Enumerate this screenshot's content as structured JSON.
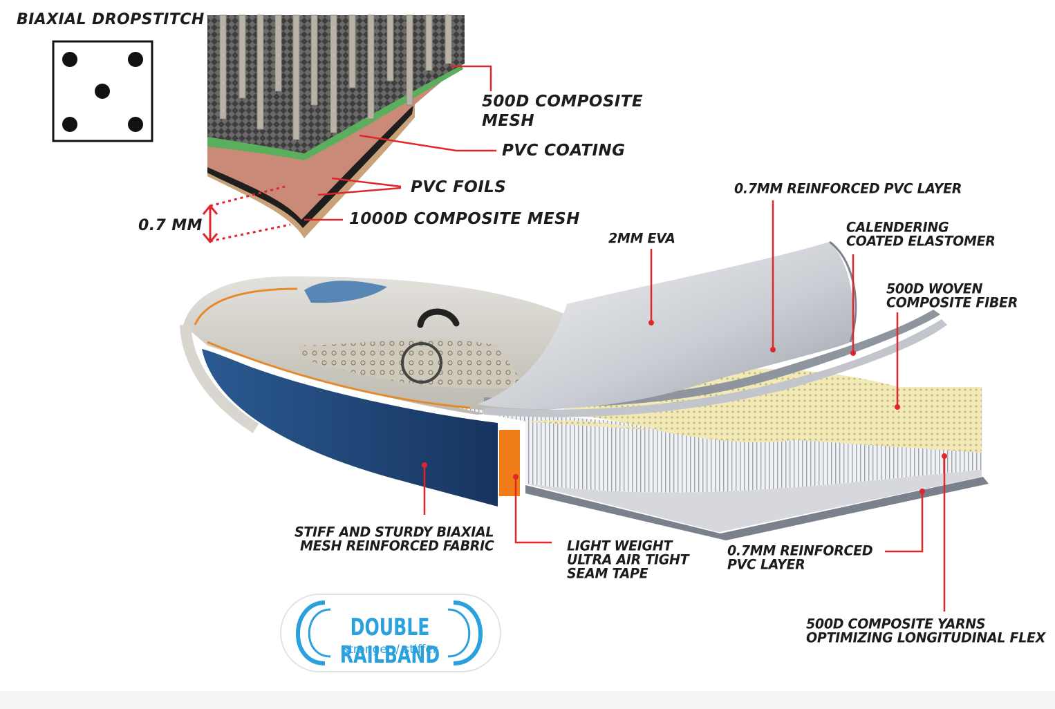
{
  "legend": {
    "title": "BIAXIAL DROPSTITCH"
  },
  "inset_labels": {
    "mesh_500d_line1": "500D COMPOSITE",
    "mesh_500d_line2": "MESH",
    "pvc_coating": "PVC COATING",
    "pvc_foils": "PVC FOILS",
    "mesh_1000d": "1000D COMPOSITE MESH",
    "thickness": "0.7 MM"
  },
  "board_labels": {
    "reinforced_pvc_top": "0.7MM REINFORCED PVC LAYER",
    "eva": "2MM EVA",
    "calendering_line1": "CALENDERING",
    "calendering_line2": "COATED ELASTOMER",
    "woven_line1": "500D WOVEN",
    "woven_line2": "COMPOSITE FIBER",
    "rail_line1": "STIFF AND STURDY BIAXIAL",
    "rail_line2": "MESH REINFORCED FABRIC",
    "seam_line1": "LIGHT WEIGHT",
    "seam_line2": "ULTRA AIR TIGHT",
    "seam_line3": "SEAM TAPE",
    "reinforced_pvc_bottom_line1": "0.7MM REINFORCED",
    "reinforced_pvc_bottom_line2": "PVC LAYER",
    "yarns_line1": "500D COMPOSITE YARNS",
    "yarns_line2": "OPTIMIZING LONGITUDINAL FLEX"
  },
  "badge": {
    "title": "DOUBLE RAILBAND",
    "subtitle": "stronger / stiffer"
  },
  "colors": {
    "leader": "#e0262b",
    "badge_blue": "#2aa0dc",
    "rail_blue": "#1d3c6e",
    "seam_orange": "#f07d18",
    "pvc_green": "#5bae5b",
    "foil_pink": "#c98a78",
    "mesh_grey": "#4a4a4a",
    "fiber_yellow": "#efe6b0"
  }
}
